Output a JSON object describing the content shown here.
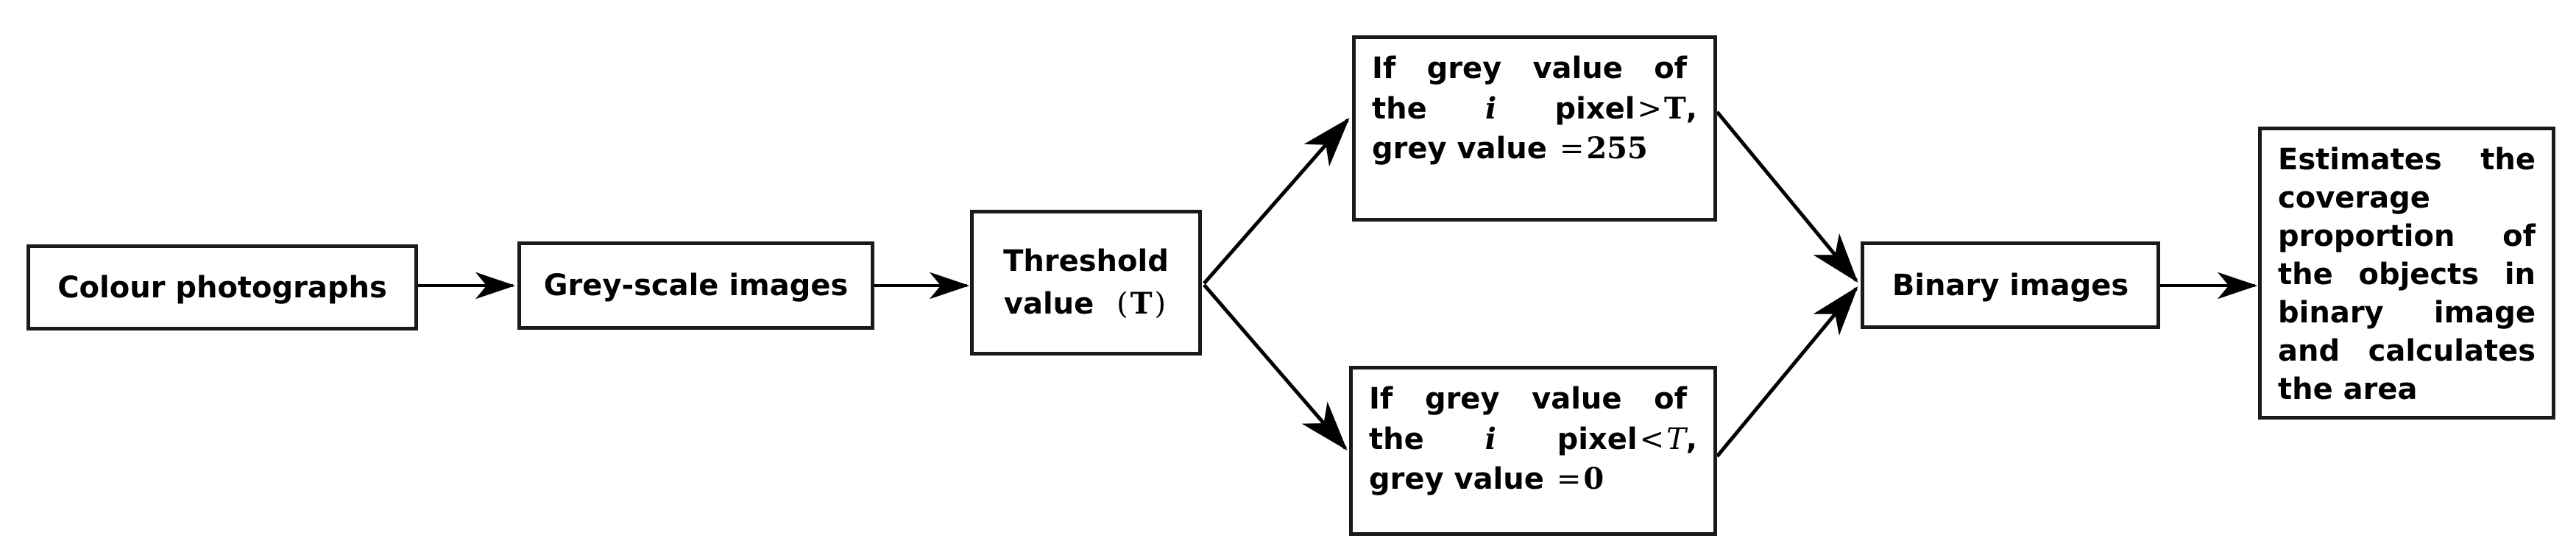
{
  "diagram": {
    "title": "Image thresholding workflow",
    "background_color": "#ffffff",
    "stroke_color": "#1a1a1a",
    "text_color": "#000000"
  },
  "nodes": {
    "colour_photographs": {
      "label": "Colour photographs"
    },
    "grey_scale_images": {
      "label": "Grey-scale images"
    },
    "threshold_value": {
      "line1": "Threshold",
      "line2_prefix": "value",
      "line2_paren_open": "(",
      "line2_symbol": "T",
      "line2_paren_close": ")"
    },
    "if_greater": {
      "seg1": "If",
      "seg2": "grey",
      "seg3": "value",
      "seg4": "of",
      "seg5": "the",
      "seg6": "i",
      "seg7": "pixel",
      "seg8": ">",
      "seg9": "T",
      "seg10": ",",
      "seg11": "grey value",
      "seg12": "=",
      "seg13": "255",
      "plain_text": "If grey value of the i pixel > T, grey value = 255"
    },
    "if_less": {
      "seg1": "If",
      "seg2": "grey",
      "seg3": "value",
      "seg4": "of",
      "seg5": "the",
      "seg6": "i",
      "seg7": "pixel",
      "seg8": "<",
      "seg9": "T",
      "seg10": ",",
      "seg11": "grey value",
      "seg12": "=",
      "seg13": "0",
      "plain_text": "If grey value of the i pixel < T, grey value = 0"
    },
    "binary_images": {
      "label": "Binary images"
    },
    "estimates_coverage": {
      "label": "Estimates the coverage proportion of the objects in binary image and calculates the area"
    }
  },
  "edges": [
    {
      "id": "e1",
      "from": "colour_photographs",
      "to": "grey_scale_images",
      "kind": "arrow-right"
    },
    {
      "id": "e2",
      "from": "grey_scale_images",
      "to": "threshold_value",
      "kind": "arrow-right"
    },
    {
      "id": "e3",
      "from": "threshold_value",
      "to": "if_greater",
      "kind": "arrow-diagonal-up"
    },
    {
      "id": "e4",
      "from": "threshold_value",
      "to": "if_less",
      "kind": "arrow-diagonal-down"
    },
    {
      "id": "e5",
      "from": "if_greater",
      "to": "binary_images",
      "kind": "arrow-diagonal-down"
    },
    {
      "id": "e6",
      "from": "if_less",
      "to": "binary_images",
      "kind": "arrow-diagonal-up"
    },
    {
      "id": "e7",
      "from": "binary_images",
      "to": "estimates_coverage",
      "kind": "arrow-right"
    }
  ]
}
